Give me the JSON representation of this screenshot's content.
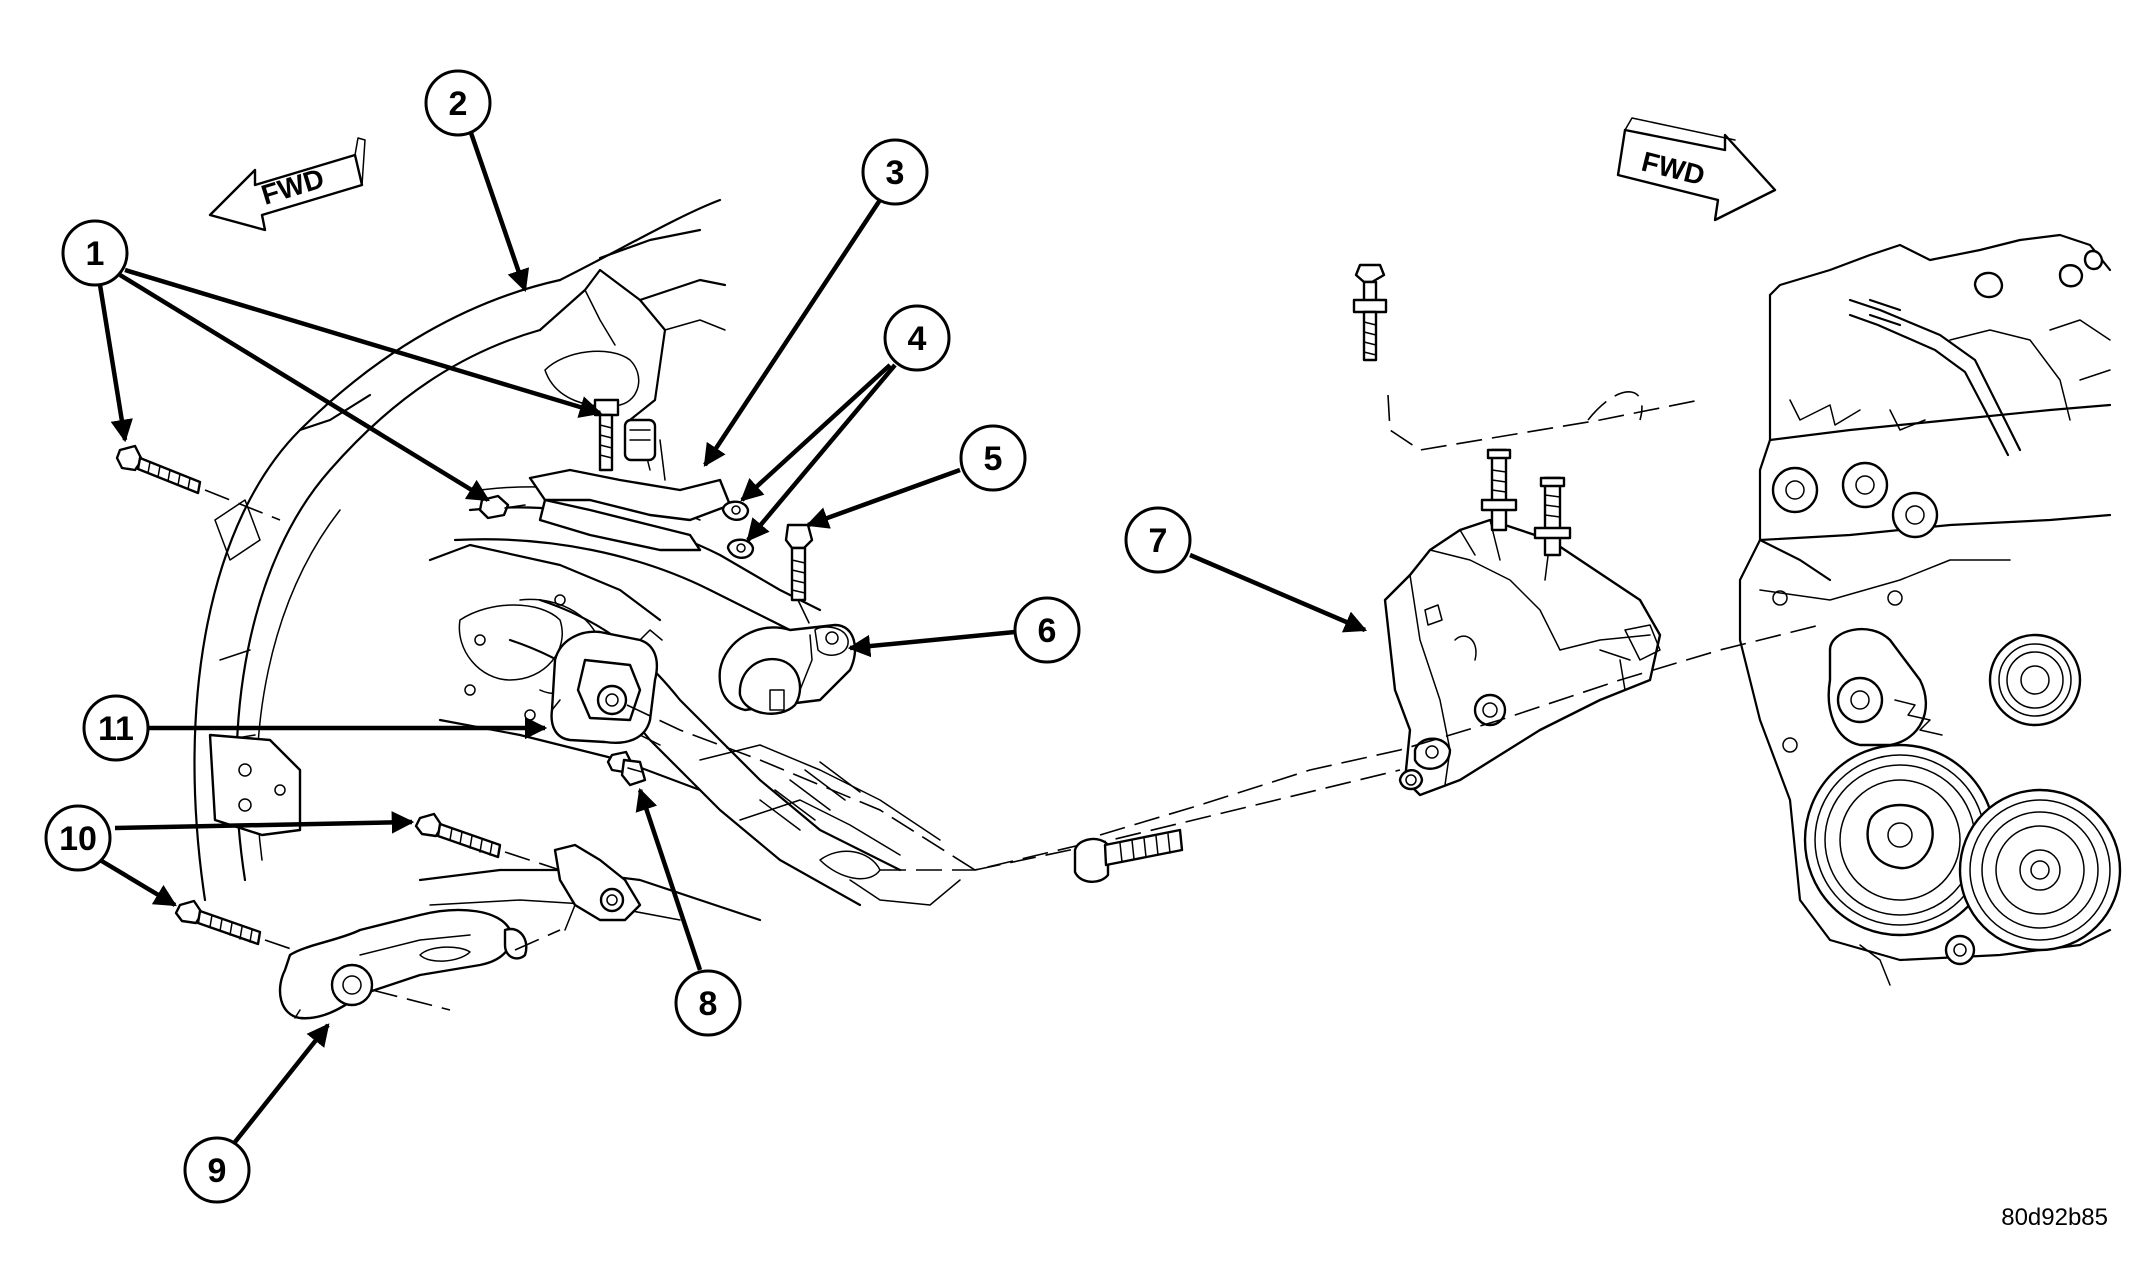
{
  "fwd_left": "FWD",
  "fwd_right": "FWD",
  "callouts": [
    "1",
    "2",
    "3",
    "4",
    "5",
    "6",
    "7",
    "8",
    "9",
    "10",
    "11"
  ],
  "figure_ref": "80d92b85",
  "icons": {
    "arrow": "fwd-arrow-icon"
  }
}
